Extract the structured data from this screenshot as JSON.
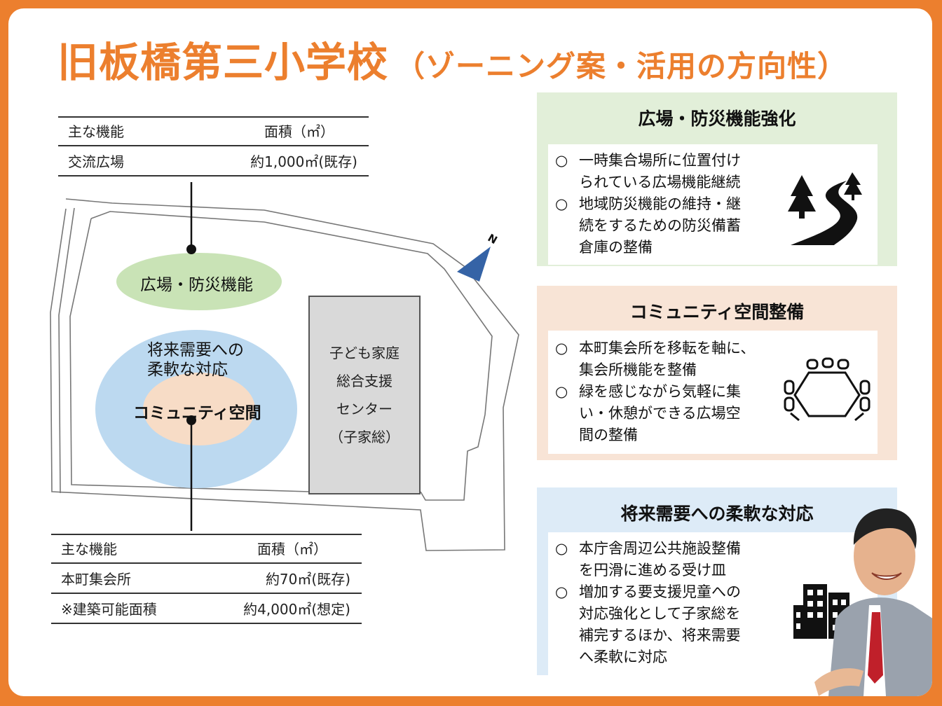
{
  "title": {
    "main": "旧板橋第三小学校",
    "sub": "（ゾーニング案・活用の方向性）"
  },
  "table_top": {
    "header": [
      "主な機能",
      "面積（㎡）"
    ],
    "rows": [
      [
        "交流広場",
        "約1,000㎡(既存)"
      ]
    ]
  },
  "table_bottom": {
    "header": [
      "主な機能",
      "面積（㎡）"
    ],
    "rows": [
      [
        "本町集会所",
        "約70㎡(既存)"
      ],
      [
        "※建築可能面積",
        "約4,000㎡(想定)"
      ]
    ]
  },
  "map": {
    "north": "N",
    "zone_plaza": "広場・防災機能",
    "zone_future_1": "将来需要への",
    "zone_future_2": "柔軟な対応",
    "zone_community": "コミュニティ空間",
    "center_lines": [
      "子ども家庭",
      "総合支援",
      "センター",
      "（子家総）"
    ]
  },
  "panels": [
    {
      "heading": "広場・防災機能強化",
      "bullet": "○",
      "items": [
        [
          "一時集合場所に位置付け",
          "られている広場機能継続"
        ],
        [
          "地域防災機能の維持・継",
          "続をするための防災備蓄",
          "倉庫の整備"
        ]
      ],
      "icon": "park-road-icon",
      "color": "#e2efd9"
    },
    {
      "heading": "コミュニティ空間整備",
      "bullet": "○",
      "items": [
        [
          "本町集会所を移転を軸に、",
          "集会所機能を整備"
        ],
        [
          "緑を感じながら気軽に集",
          "い・休憩ができる広場空",
          "間の整備"
        ]
      ],
      "icon": "meeting-table-icon",
      "color": "#f8e4d6"
    },
    {
      "heading": "将来需要への柔軟な対応",
      "bullet": "○",
      "items": [
        [
          "本庁舎周辺公共施設整備",
          "を円滑に進める受け皿"
        ],
        [
          "増加する要支援児童への",
          "対応強化として子家総を",
          "補完するほか、将来需要",
          "へ柔軟に対応"
        ]
      ],
      "icon": "buildings-icon",
      "color": "#ddebf7"
    }
  ],
  "colors": {
    "accent": "#ec7f2e",
    "plaza": "#c9e3b6",
    "future": "#bcd9f0",
    "community": "#f7dcc6"
  }
}
